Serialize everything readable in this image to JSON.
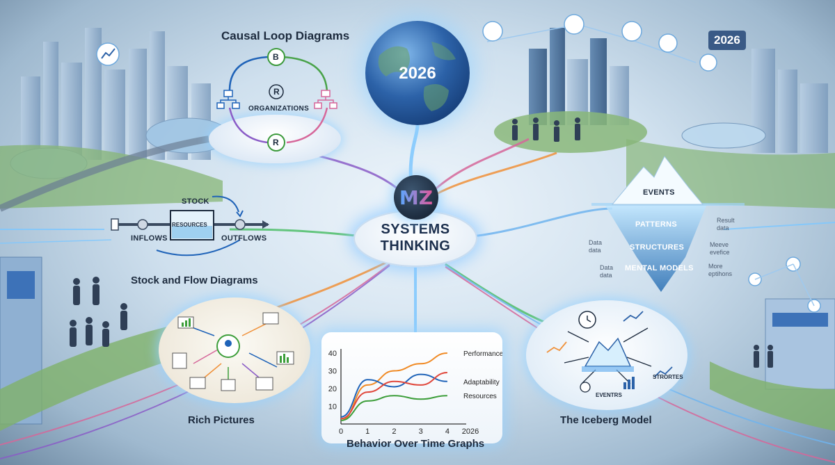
{
  "hub": {
    "logo": "MZ",
    "title_line1": "SYSTEMS",
    "title_line2": "THINKING"
  },
  "globe_year": "2026",
  "top_right_year": "2026",
  "causal_loop": {
    "title": "Causal Loop Diagrams",
    "node_b": "B",
    "node_r_center": "R",
    "node_r_bottom": "R",
    "center_label": "ORGANIZATIONS"
  },
  "stock_flow": {
    "title": "Stock and Flow Diagrams",
    "stock_label": "STOCK",
    "box_label": "RESOURCES",
    "inflows": "INFLOWS",
    "outflows": "OUTFLOWS"
  },
  "iceberg_layers": {
    "events": "EVENTS",
    "patterns": "PATTERNS",
    "structures": "STRUCTURES",
    "mental_models": "MENTAL MODELS",
    "side_note_1": "Result\ndata",
    "side_note_2": "Meeve\nevefice",
    "side_note_3": "More\neptihons",
    "left_note_1": "Data\ndata",
    "left_note_2": "Data\ndata"
  },
  "rich_pictures": {
    "title": "Rich Pictures"
  },
  "iceberg_model": {
    "title": "The Iceberg Model",
    "tag_events": "EVENTRS",
    "tag_structures": "STRORTES"
  },
  "behavior_graph": {
    "title": "Behavior Over Time Graphs",
    "x_end_label": "2026"
  },
  "chart_data": {
    "type": "line",
    "title": "Behavior Over Time Graphs",
    "x": [
      0,
      1,
      2,
      3,
      4
    ],
    "x_tick_labels": [
      "0",
      "1",
      "2",
      "3",
      "4",
      "2026"
    ],
    "ylim": [
      0,
      40
    ],
    "y_ticks": [
      10,
      20,
      30,
      40
    ],
    "series": [
      {
        "name": "Performance",
        "color": "#f08a24",
        "values": [
          2,
          22,
          30,
          34,
          40
        ]
      },
      {
        "name": "Adaptability",
        "color": "#1f63b8",
        "values": [
          4,
          25,
          21,
          28,
          24
        ]
      },
      {
        "name": "Resources",
        "color": "#3d9e3a",
        "values": [
          2,
          13,
          16,
          14,
          16
        ]
      },
      {
        "name": "",
        "color": "#e0463a",
        "values": [
          3,
          18,
          24,
          22,
          29
        ]
      }
    ]
  },
  "colors": {
    "accent_blue": "#2c62a8",
    "flow_purple": "#8a5cc7",
    "flow_green": "#4fbf6a",
    "flow_orange": "#f0913a",
    "flow_pink": "#d6679a"
  }
}
